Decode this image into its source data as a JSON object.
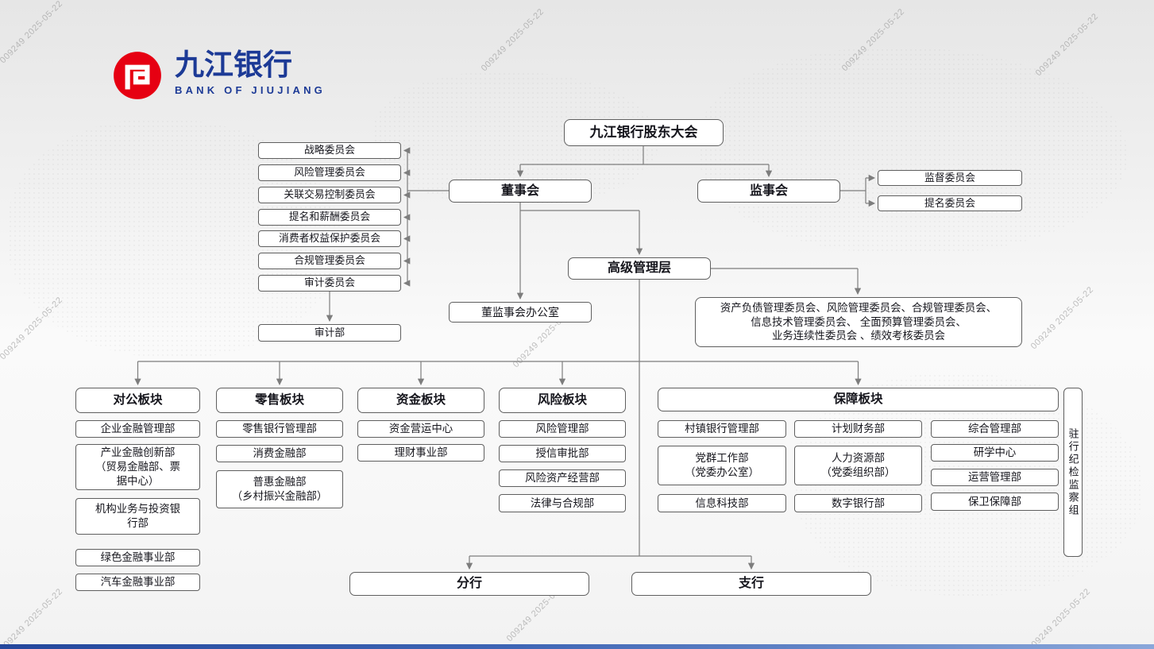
{
  "watermark": {
    "text": "009249   2025-05-22"
  },
  "logo": {
    "name_cn": "九江银行",
    "name_en": "BANK OF JIUJIANG",
    "red": "#e60012",
    "blue": "#1c3a96"
  },
  "nodes": {
    "shareholders": "九江银行股东大会",
    "board": "董事会",
    "supervisory": "监事会",
    "board_office": "董监事会办公室",
    "senior_mgmt": "高级管理层",
    "audit_dept": "审计部",
    "branch": "分行",
    "sub_branch": "支行",
    "discipline_group": "驻行纪检监察组"
  },
  "board_committees": [
    "战略委员会",
    "风险管理委员会",
    "关联交易控制委员会",
    "提名和薪酬委员会",
    "消费者权益保护委员会",
    "合规管理委员会",
    "审计委员会"
  ],
  "supervisory_committees": [
    "监督委员会",
    "提名委员会"
  ],
  "mgmt_committees_lines": [
    "资产负债管理委员会、风险管理委员会、合规管理委员会、",
    "信息技术管理委员会、 全面预算管理委员会、",
    "业务连续性委员会 、绩效考核委员会"
  ],
  "blocks": {
    "corporate": {
      "title": "对公板块",
      "items": [
        "企业金融管理部",
        "产业金融创新部\n（贸易金融部、票\n据中心）",
        "机构业务与投资银\n行部",
        "绿色金融事业部",
        "汽车金融事业部"
      ]
    },
    "retail": {
      "title": "零售板块",
      "items": [
        "零售银行管理部",
        "消费金融部",
        "普惠金融部\n（乡村振兴金融部）"
      ]
    },
    "treasury": {
      "title": "资金板块",
      "items": [
        "资金营运中心",
        "理财事业部"
      ]
    },
    "risk": {
      "title": "风险板块",
      "items": [
        "风险管理部",
        "授信审批部",
        "风险资产经营部",
        "法律与合规部"
      ]
    },
    "support": {
      "title": "保障板块",
      "col1": [
        "村镇银行管理部",
        "党群工作部\n（党委办公室）",
        "信息科技部"
      ],
      "col2": [
        "计划财务部",
        "人力资源部\n（党委组织部）",
        "数字银行部"
      ],
      "col3": [
        "综合管理部",
        "研学中心",
        "运营管理部",
        "保卫保障部"
      ]
    }
  }
}
